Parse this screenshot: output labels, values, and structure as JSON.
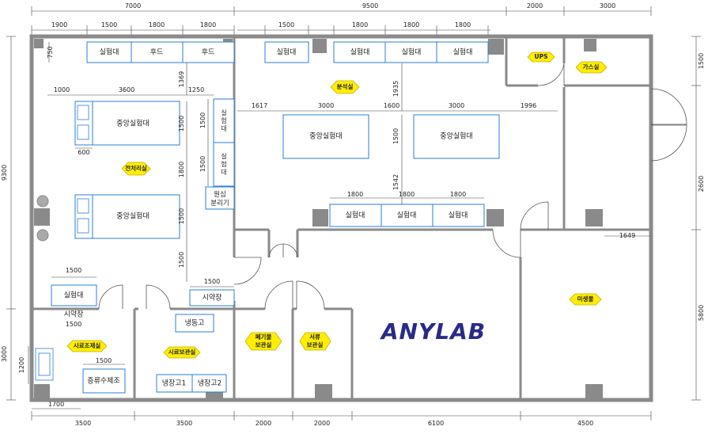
{
  "logo": {
    "text": "ANYLAB"
  },
  "dims_top": [
    "7000",
    "9500",
    "2000",
    "3000"
  ],
  "dims_top2": [
    "1900",
    "1500",
    "1800",
    "1800",
    "1500",
    "1800",
    "1800",
    "1800"
  ],
  "dims_bottom": [
    "3500",
    "3500",
    "2000",
    "2000",
    "6100",
    "4500"
  ],
  "dims_left": [
    "9300",
    "3000",
    "1200"
  ],
  "dims_right": [
    "1500",
    "2600",
    "5800"
  ],
  "dims_inner": {
    "d750": "750",
    "d1000": "1000",
    "d3600": "3600",
    "d1250": "1250",
    "d1369": "1369",
    "d600": "600",
    "d1500a": "1500",
    "d1500b": "1500",
    "d1800": "1800",
    "d1500c": "1500",
    "d1500d": "1500",
    "d1500e": "1500",
    "d1500f": "1500",
    "d1500g": "1500",
    "d1617": "1617",
    "d3000a": "3000",
    "d1600": "1600",
    "d3000b": "3000",
    "d1996": "1996",
    "d1935": "1935",
    "d1500h": "1500",
    "d1542": "1542",
    "d1800a": "1800",
    "d1800b": "1800",
    "d1800c": "1800",
    "d1649": "1649",
    "d1700": "1700",
    "d1500i": "1500"
  },
  "benches": {
    "top1": "실험대",
    "top2": "후드",
    "top3": "후드",
    "top4": "실험대",
    "top5": "실험대",
    "top6": "실험대",
    "top7": "실험대",
    "center1": "중앙실험대",
    "center2": "중앙실험대",
    "center3": "중앙실험대",
    "center4": "중앙실험대",
    "side1": "실\n험\n대",
    "side2": "실\n험\n대",
    "centrifuge": "원심\n분리기",
    "mid1": "실험대",
    "mid2": "실험대",
    "mid3": "실험대",
    "reagent1": "시약장",
    "reagent2": "시약장",
    "bench_small": "실험대",
    "freezer": "냉동고",
    "fridge1": "냉장고1",
    "fridge2": "냉장고2",
    "water": "증류수제조"
  },
  "rooms": {
    "pretreat": "전처리실",
    "analysis": "분석실",
    "ups": "UPS",
    "gas": "가스실",
    "micro": "미생물",
    "sample_prep": "시료조제실",
    "sample_store": "시료보관실",
    "waste": "폐기물\n보관실",
    "docs": "서류\n보관실"
  }
}
